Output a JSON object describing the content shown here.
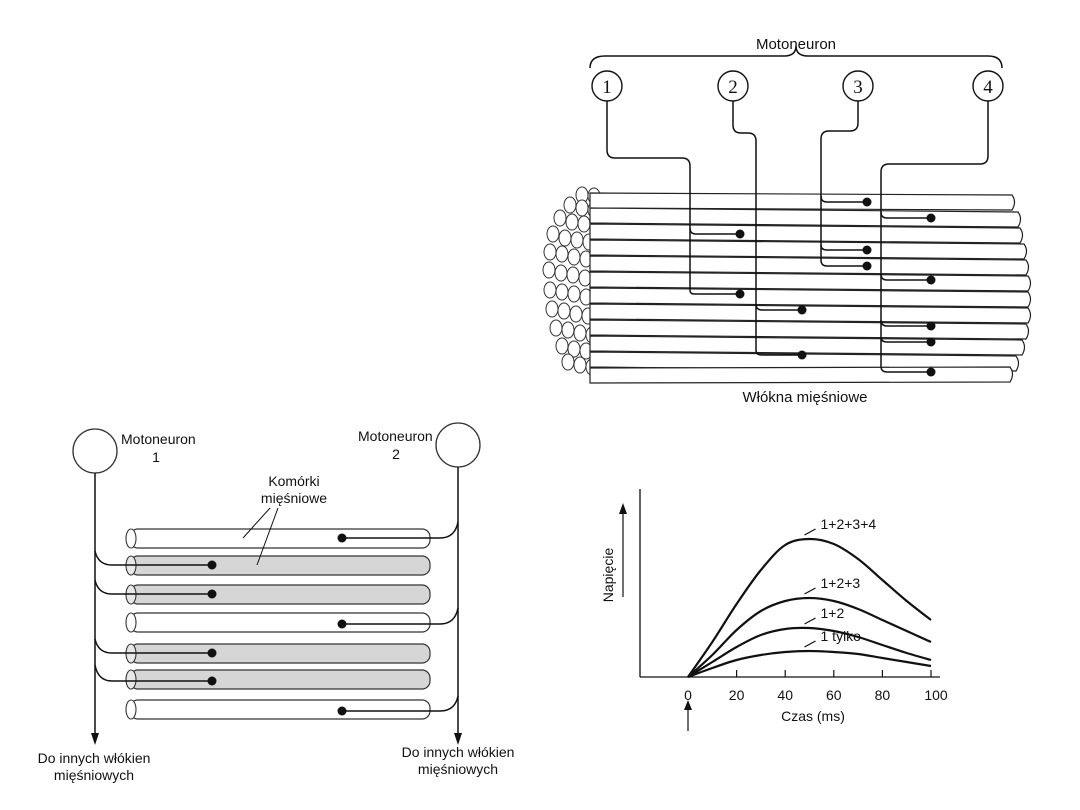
{
  "top_diagram": {
    "title": "Motoneuron",
    "neurons": [
      "1",
      "2",
      "3",
      "4"
    ],
    "caption": "Włókna mięśniowe"
  },
  "left_diagram": {
    "neuron1_label": "Motoneuron",
    "neuron1_number": "1",
    "neuron2_label": "Motoneuron",
    "neuron2_number": "2",
    "cells_label_line1": "Komórki",
    "cells_label_line2": "mięśniowe",
    "left_out_line1": "Do innych włókien",
    "left_out_line2": "mięśniowych",
    "right_out_line1": "Do innych włókien",
    "right_out_line2": "mięśniowych"
  },
  "chart_data": {
    "type": "line",
    "xlabel": "Czas (ms)",
    "ylabel": "Napięcie",
    "xlim": [
      0,
      100
    ],
    "xticks": [
      "0",
      "20",
      "40",
      "60",
      "80",
      "100"
    ],
    "series": [
      {
        "name": "1 tylko",
        "x": [
          0,
          10,
          20,
          30,
          40,
          50,
          60,
          70,
          80,
          90,
          100
        ],
        "y": [
          0,
          9,
          17,
          22,
          25,
          26,
          25,
          23,
          19,
          15,
          11
        ]
      },
      {
        "name": "1+2",
        "x": [
          0,
          10,
          20,
          30,
          40,
          50,
          60,
          70,
          80,
          90,
          100
        ],
        "y": [
          0,
          15,
          30,
          42,
          48,
          49,
          46,
          40,
          32,
          24,
          17
        ]
      },
      {
        "name": "1+2+3",
        "x": [
          0,
          10,
          20,
          30,
          40,
          50,
          60,
          70,
          80,
          90,
          100
        ],
        "y": [
          0,
          22,
          47,
          66,
          76,
          79,
          76,
          68,
          57,
          46,
          35
        ]
      },
      {
        "name": "1+2+3+4",
        "x": [
          0,
          10,
          20,
          30,
          40,
          50,
          60,
          70,
          80,
          90,
          100
        ],
        "y": [
          0,
          35,
          73,
          107,
          132,
          138,
          133,
          118,
          97,
          76,
          57
        ]
      }
    ]
  }
}
